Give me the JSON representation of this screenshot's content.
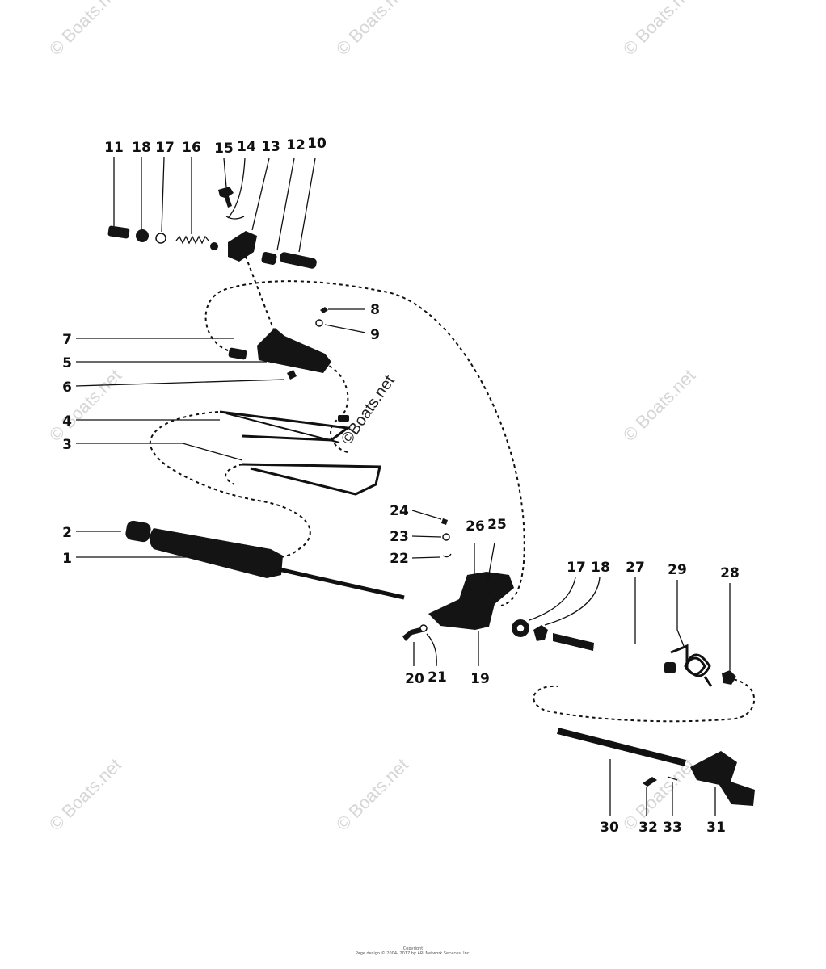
{
  "watermark": {
    "text": "© Boats.net",
    "center_text": "©Boats.net"
  },
  "footer": {
    "line1": "Copyright",
    "line2": "Page design © 2004- 2017 by ARI Network Services, Inc."
  },
  "callouts": {
    "p1": "1",
    "p2": "2",
    "p3": "3",
    "p4": "4",
    "p5": "5",
    "p6": "6",
    "p7": "7",
    "p8": "8",
    "p9": "9",
    "p10": "10",
    "p11": "11",
    "p12": "12",
    "p13": "13",
    "p14": "14",
    "p15": "15",
    "p16": "16",
    "p17a": "17",
    "p18a": "18",
    "p17b": "17",
    "p18b": "18",
    "p19": "19",
    "p20": "20",
    "p21": "21",
    "p22": "22",
    "p23": "23",
    "p24": "24",
    "p25": "25",
    "p26": "26",
    "p27": "27",
    "p28": "28",
    "p29": "29",
    "p30": "30",
    "p31": "31",
    "p32": "32",
    "p33": "33"
  }
}
